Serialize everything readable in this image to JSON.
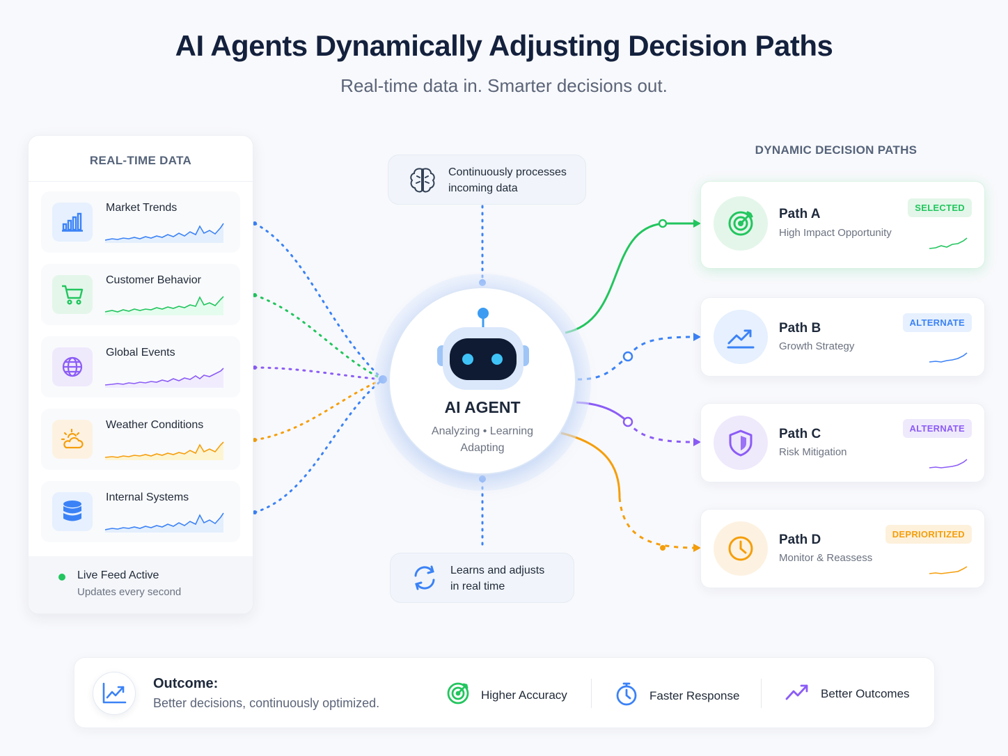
{
  "header": {
    "title": "AI Agents Dynamically Adjusting Decision Paths",
    "subtitle": "Real-time data in. Smarter decisions out."
  },
  "left_panel": {
    "heading": "REAL-TIME DATA",
    "sources": [
      {
        "label": "Market Trends",
        "icon": "bar-chart-icon",
        "color": "#3b82f6",
        "bg": "#e6f0fe"
      },
      {
        "label": "Customer Behavior",
        "icon": "shopping-cart-icon",
        "color": "#22c55e",
        "bg": "#e4f6ea"
      },
      {
        "label": "Global Events",
        "icon": "globe-icon",
        "color": "#8b5cf6",
        "bg": "#efe9fc"
      },
      {
        "label": "Weather Conditions",
        "icon": "partly-cloudy-icon",
        "color": "#f59e0b",
        "bg": "#fdf2e1"
      },
      {
        "label": "Internal Systems",
        "icon": "database-icon",
        "color": "#3b82f6",
        "bg": "#e6f0fe"
      }
    ],
    "footer": {
      "status": "Live Feed Active",
      "detail": "Updates every second",
      "status_color": "#22c55e"
    }
  },
  "center": {
    "top_note": {
      "icon": "brain-icon",
      "line1": "Continuously processes",
      "line2": "incoming data"
    },
    "agent": {
      "name": "AI AGENT",
      "line1": "Analyzing • Learning",
      "line2": "Adapting",
      "icon": "robot-icon"
    },
    "bottom_note": {
      "icon": "refresh-icon",
      "line1": "Learns and adjusts",
      "line2": "in real time"
    }
  },
  "right_panel": {
    "heading": "DYNAMIC DECISION PATHS",
    "paths": [
      {
        "name": "Path A",
        "desc": "High Impact Opportunity",
        "badge": "SELECTED",
        "icon": "target-icon",
        "color": "#22c55e",
        "bg": "#e4f6ea",
        "badge_bg": "#e3f6e9"
      },
      {
        "name": "Path B",
        "desc": "Growth Strategy",
        "badge": "ALTERNATE",
        "icon": "trending-up-icon",
        "color": "#3b82f6",
        "bg": "#e6f0fe",
        "badge_bg": "#e6f0fe"
      },
      {
        "name": "Path C",
        "desc": "Risk Mitigation",
        "badge": "ALTERNATE",
        "icon": "shield-icon",
        "color": "#8b5cf6",
        "bg": "#efe9fc",
        "badge_bg": "#efe9fc"
      },
      {
        "name": "Path D",
        "desc": "Monitor & Reassess",
        "badge": "DEPRIORITIZED",
        "icon": "clock-icon",
        "color": "#f59e0b",
        "bg": "#fdf2e1",
        "badge_bg": "#fdf1dc"
      }
    ]
  },
  "outcome": {
    "icon": "line-chart-icon",
    "title": "Outcome:",
    "subtitle": "Better decisions, continuously optimized.",
    "benefits": [
      {
        "label": "Higher Accuracy",
        "icon": "target-icon",
        "color": "#22c55e"
      },
      {
        "label": "Faster Response",
        "icon": "stopwatch-icon",
        "color": "#3b82f6"
      },
      {
        "label": "Better Outcomes",
        "icon": "trending-up-icon",
        "color": "#8b5cf6"
      }
    ]
  }
}
